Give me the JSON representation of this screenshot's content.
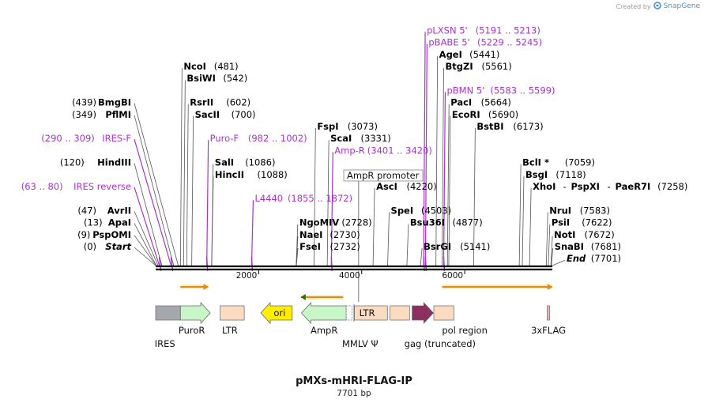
{
  "credit": {
    "prefix": "Created by",
    "brand": "SnapGene"
  },
  "plasmid": {
    "name": "pMXs-mHRI-FLAG-IP",
    "size_label": "7701 bp",
    "length": 7701
  },
  "colors": {
    "site": "#000000",
    "primer": "#aa33cc",
    "backbone": "#000000",
    "orf_arrow": "#e08a1a",
    "feature_peach": "#fbdcc0",
    "feature_green": "#c8f6c8",
    "ori_yellow": "#ffee00",
    "gag_purple": "#8b3060",
    "ires_gray": "#a4a8ad"
  },
  "ruler": {
    "ticks": [
      {
        "pos": 2000,
        "label": "2000"
      },
      {
        "pos": 4000,
        "label": "4000"
      },
      {
        "pos": 6000,
        "label": "6000"
      }
    ]
  },
  "sites": [
    {
      "name": "Start",
      "pos": 0,
      "coord": "(0)",
      "side": "left",
      "row": 0,
      "kind": "special"
    },
    {
      "name": "PspOMI",
      "pos": 9,
      "coord": "(9)",
      "side": "left",
      "row": 1
    },
    {
      "name": "ApaI",
      "pos": 13,
      "coord": "(13)",
      "side": "left",
      "row": 2
    },
    {
      "name": "AvrII",
      "pos": 47,
      "coord": "(47)",
      "side": "left",
      "row": 3
    },
    {
      "name": "IRES reverse",
      "pos": 71,
      "coord": "(63 .. 80)",
      "side": "left",
      "row": 5,
      "kind": "primer"
    },
    {
      "name": "HindIII",
      "pos": 120,
      "coord": "(120)",
      "side": "left",
      "row": 7
    },
    {
      "name": "IRES-F",
      "pos": 299,
      "coord": "(290 .. 309)",
      "side": "left",
      "row": 9,
      "kind": "primer"
    },
    {
      "name": "PflMI",
      "pos": 349,
      "coord": "(349)",
      "side": "left",
      "row": 11
    },
    {
      "name": "BmgBI",
      "pos": 439,
      "coord": "(439)",
      "side": "left",
      "row": 12
    },
    {
      "name": "NcoI",
      "pos": 481,
      "coord": "(481)",
      "side": "right",
      "row": 15
    },
    {
      "name": "BsiWI",
      "pos": 542,
      "coord": "(542)",
      "side": "right",
      "row": 14
    },
    {
      "name": "RsrII",
      "pos": 602,
      "coord": "(602)",
      "side": "right",
      "row": 12
    },
    {
      "name": "SacII",
      "pos": 700,
      "coord": "(700)",
      "side": "right",
      "row": 11
    },
    {
      "name": "Puro-F",
      "pos": 992,
      "coord": "(982 .. 1002)",
      "side": "right",
      "row": 9,
      "kind": "primer"
    },
    {
      "name": "SalI",
      "pos": 1086,
      "coord": "(1086)",
      "side": "right",
      "row": 7
    },
    {
      "name": "HincII",
      "pos": 1088,
      "coord": "(1088)",
      "side": "right",
      "row": 6
    },
    {
      "name": "L4440",
      "pos": 1863,
      "coord": "(1855 .. 1872)",
      "side": "right",
      "row": 4,
      "kind": "primer"
    },
    {
      "name": "NgoMIV",
      "pos": 2728,
      "coord": "(2728)",
      "side": "right",
      "row": 2
    },
    {
      "name": "NaeI",
      "pos": 2730,
      "coord": "(2730)",
      "side": "right",
      "row": 1
    },
    {
      "name": "FseI",
      "pos": 2732,
      "coord": "(2732)",
      "side": "right",
      "row": 0
    },
    {
      "name": "FspI",
      "pos": 3073,
      "coord": "(3073)",
      "side": "right",
      "row": 10
    },
    {
      "name": "ScaI",
      "pos": 3331,
      "coord": "(3331)",
      "side": "right",
      "row": 9
    },
    {
      "name": "Amp-R",
      "pos": 3410,
      "coord": "(3401 .. 3420)",
      "side": "right",
      "row": 8,
      "kind": "primer"
    },
    {
      "name": "AscI",
      "pos": 4220,
      "coord": "(4220)",
      "side": "right",
      "row": 5
    },
    {
      "name": "SpeI",
      "pos": 4503,
      "coord": "(4503)",
      "side": "right",
      "row": 3
    },
    {
      "name": "Bsu36I",
      "pos": 4877,
      "coord": "(4877)",
      "side": "right",
      "row": 2
    },
    {
      "name": "BsrGI",
      "pos": 5141,
      "coord": "(5141)",
      "side": "right",
      "row": 0
    },
    {
      "name": "pLXSN 5'",
      "pos": 5202,
      "coord": "(5191 .. 5213)",
      "side": "right",
      "row": 18,
      "kind": "primer"
    },
    {
      "name": "pBABE 5'",
      "pos": 5237,
      "coord": "(5229 .. 5245)",
      "side": "right",
      "row": 17,
      "kind": "primer"
    },
    {
      "name": "AgeI",
      "pos": 5441,
      "coord": "(5441)",
      "side": "right",
      "row": 16
    },
    {
      "name": "BtgZI",
      "pos": 5561,
      "coord": "(5561)",
      "side": "right",
      "row": 15
    },
    {
      "name": "pBMN 5'",
      "pos": 5591,
      "coord": "(5583 .. 5599)",
      "side": "right",
      "row": 13,
      "kind": "primer"
    },
    {
      "name": "PacI",
      "pos": 5664,
      "coord": "(5664)",
      "side": "right",
      "row": 12
    },
    {
      "name": "EcoRI",
      "pos": 5690,
      "coord": "(5690)",
      "side": "right",
      "row": 11
    },
    {
      "name": "BstBI",
      "pos": 6173,
      "coord": "(6173)",
      "side": "right",
      "row": 10
    },
    {
      "name": "BclI *",
      "pos": 7059,
      "coord": "(7059)",
      "side": "right",
      "row": 7
    },
    {
      "name": "BsgI",
      "pos": 7118,
      "coord": "(7118)",
      "side": "right",
      "row": 6
    },
    {
      "name": "XhoI",
      "pos": 7258,
      "coord": "(7258)",
      "side": "right",
      "row": 5,
      "extra": [
        "PspXI",
        "PaeR7I"
      ]
    },
    {
      "name": "NruI",
      "pos": 7583,
      "coord": "(7583)",
      "side": "right",
      "row": 3
    },
    {
      "name": "PsiI",
      "pos": 7622,
      "coord": "(7622)",
      "side": "right",
      "row": 2
    },
    {
      "name": "NotI",
      "pos": 7672,
      "coord": "(7672)",
      "side": "right",
      "row": 1
    },
    {
      "name": "SnaBI",
      "pos": 7681,
      "coord": "(7681)",
      "side": "right",
      "row": 0
    },
    {
      "name": "End",
      "pos": 7701,
      "coord": "(7701)",
      "side": "right",
      "row": -1,
      "kind": "special"
    }
  ],
  "promoter_label": {
    "name": "AmpR promoter",
    "pos": 3940
  },
  "orfs": [
    {
      "start": 480,
      "end": 1020,
      "dir": "fwd"
    },
    {
      "start": 2820,
      "end": 3640,
      "dir": "rev"
    },
    {
      "start": 5560,
      "end": 7700,
      "dir": "fwd"
    }
  ],
  "features": [
    {
      "name": "IRES",
      "start": 0,
      "end": 480,
      "type": "box",
      "fill": "#a4a8ad",
      "label_level": 1,
      "label_pos": 180
    },
    {
      "name": "PuroR",
      "start": 480,
      "end": 1060,
      "type": "arrow",
      "dir": "fwd",
      "fill": "#c8f6c8",
      "label_level": 0,
      "label_pos": 700
    },
    {
      "name": "LTR",
      "start": 1250,
      "end": 1720,
      "type": "box",
      "fill": "#fbdcc0",
      "label_level": 0,
      "label_pos": 1440
    },
    {
      "name": "ori",
      "start": 2040,
      "end": 2650,
      "type": "arrow",
      "dir": "rev",
      "fill": "#ffee00",
      "text_inside": true
    },
    {
      "name": "AmpR",
      "start": 2830,
      "end": 3700,
      "type": "arrow",
      "dir": "rev",
      "fill": "#c8f6c8",
      "label_level": 0,
      "label_pos": 3270
    },
    {
      "name": "AmpR-promoter-feature",
      "start": 3700,
      "end": 3810,
      "type": "dashed",
      "fill": "#ffffff"
    },
    {
      "name": "LTR",
      "start": 3860,
      "end": 4500,
      "type": "box",
      "fill": "#fbdcc0",
      "text_inside": true
    },
    {
      "name": "MMLV Ψ",
      "start": 3850,
      "end": 3860,
      "type": "tick",
      "label_level": 1,
      "label_pos": 3970
    },
    {
      "name": "",
      "start": 4550,
      "end": 4930,
      "type": "box",
      "fill": "#fbdcc0"
    },
    {
      "name": "gag (truncated)",
      "start": 4980,
      "end": 5390,
      "type": "arrow",
      "dir": "fwd",
      "fill": "#8b3060",
      "label_level": 1,
      "label_pos": 5520
    },
    {
      "name": "pol region",
      "start": 5400,
      "end": 5790,
      "type": "box",
      "fill": "#fbdcc0",
      "label_level": 0,
      "label_pos": 6000
    },
    {
      "name": "3xFLAG",
      "start": 7600,
      "end": 7650,
      "type": "box",
      "fill": "#f3b6b6",
      "label_level": 0,
      "label_pos": 7625
    }
  ]
}
